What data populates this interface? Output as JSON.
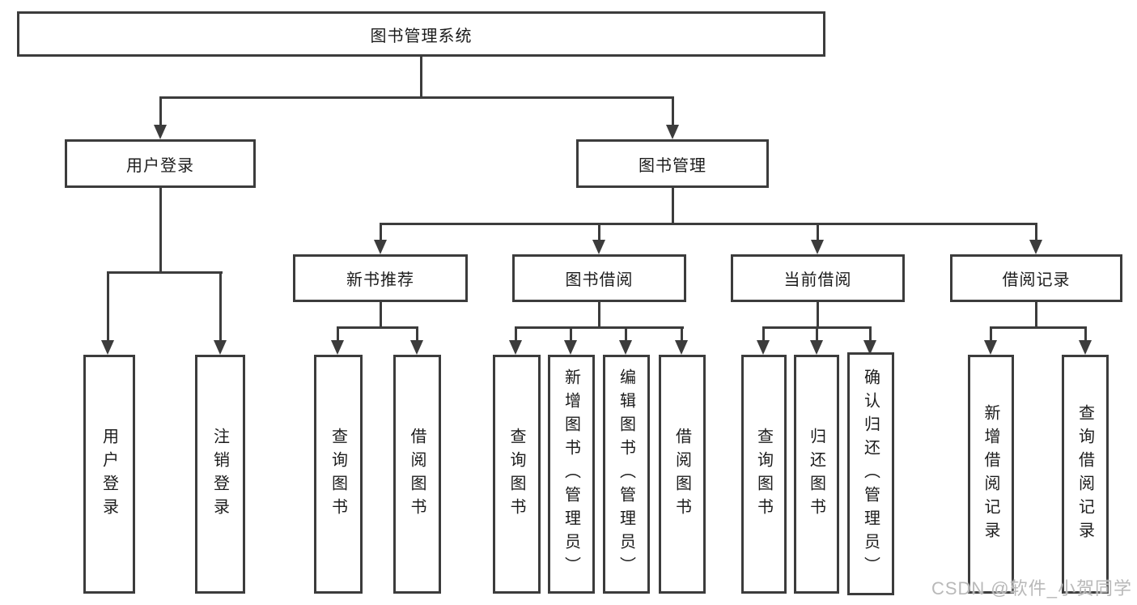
{
  "tree": {
    "label": "图书管理系统",
    "children": [
      {
        "label": "用户登录",
        "children": [
          {
            "label": "用户登录"
          },
          {
            "label": "注销登录"
          }
        ]
      },
      {
        "label": "图书管理",
        "children": [
          {
            "label": "新书推荐",
            "children": [
              {
                "label": "查询图书"
              },
              {
                "label": "借阅图书"
              }
            ]
          },
          {
            "label": "图书借阅",
            "children": [
              {
                "label": "查询图书"
              },
              {
                "label": "新增图书（管理员）"
              },
              {
                "label": "编辑图书（管理员）"
              },
              {
                "label": "借阅图书"
              }
            ]
          },
          {
            "label": "当前借阅",
            "children": [
              {
                "label": "查询图书"
              },
              {
                "label": "归还图书"
              },
              {
                "label": "确认归还（管理员）"
              }
            ]
          },
          {
            "label": "借阅记录",
            "children": [
              {
                "label": "新增借阅记录"
              },
              {
                "label": "查询借阅记录"
              }
            ]
          }
        ]
      }
    ]
  },
  "watermark": "CSDN @软件_小贺同学",
  "colors": {
    "line": "#3c3c3c",
    "text": "#1c1c1c",
    "background": "#ffffff",
    "watermark": "#b9b9b9"
  }
}
